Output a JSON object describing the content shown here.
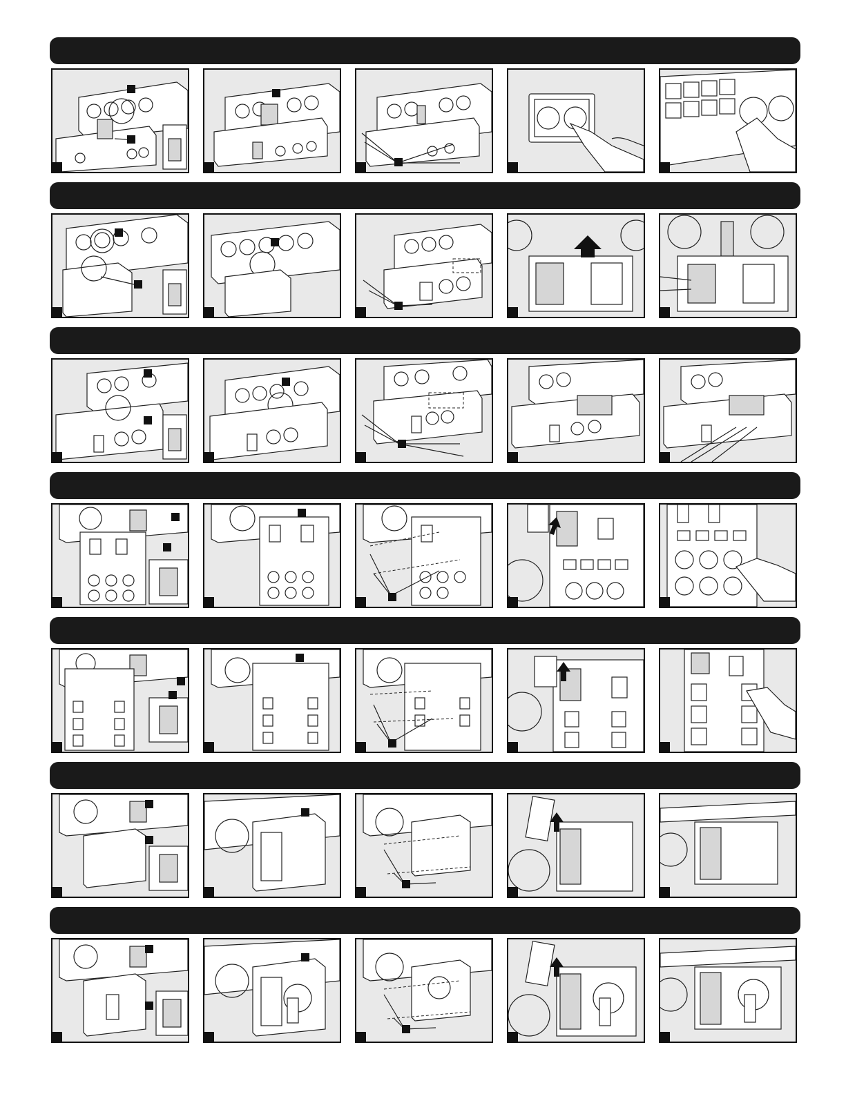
{
  "sections": [
    {
      "id": "row-1",
      "panels": 5
    },
    {
      "id": "row-2",
      "panels": 5
    },
    {
      "id": "row-3",
      "panels": 5
    },
    {
      "id": "row-4",
      "panels": 5
    },
    {
      "id": "row-5",
      "panels": 5
    },
    {
      "id": "row-6",
      "panels": 5
    },
    {
      "id": "row-7",
      "panels": 5
    }
  ],
  "colors": {
    "banner": "#1a1a1a",
    "panel_bg": "#e9e9e9",
    "ink": "#222222"
  }
}
